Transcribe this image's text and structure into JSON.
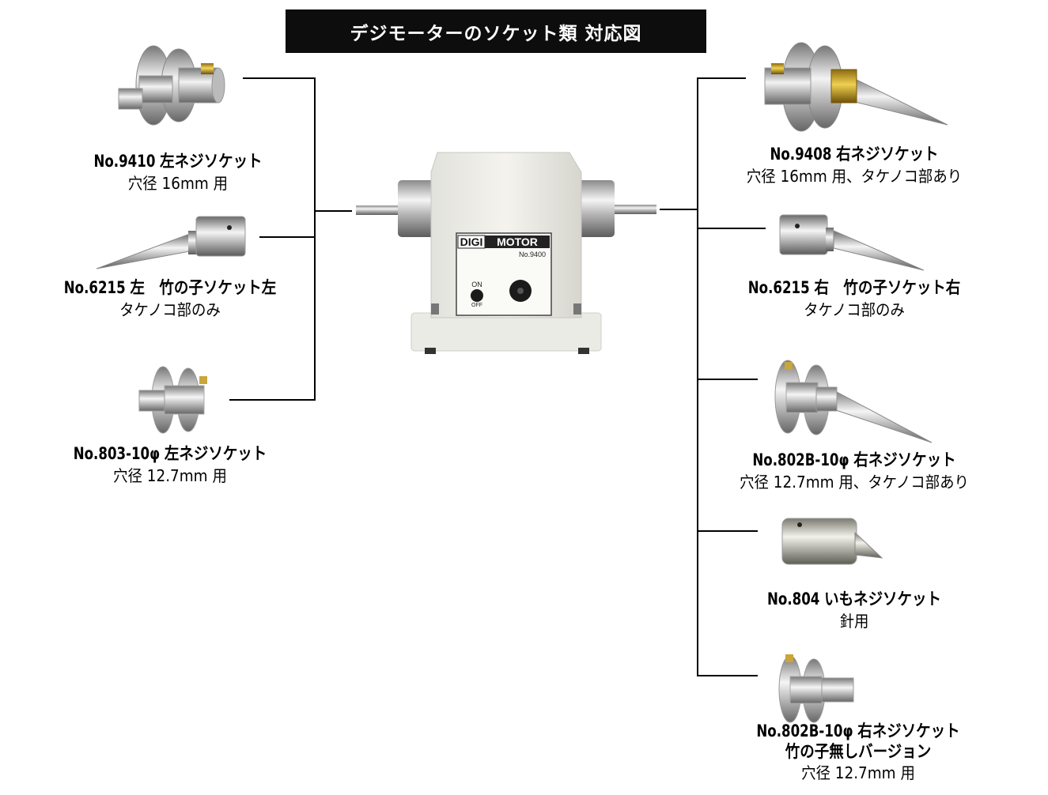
{
  "title": "デジモーターのソケット類 対応図",
  "motor": {
    "brand_left": "DIGI",
    "brand_right": "MOTOR",
    "model": "No.9400",
    "switch_on": "ON",
    "switch_off": "OFF"
  },
  "left_items": [
    {
      "name": "No.9410 左ネジソケット",
      "sub": "穴径 16mm 用",
      "icon": "pulley-socket-bolt"
    },
    {
      "name": "No.6215 左　竹の子ソケット左",
      "sub": "タケノコ部のみ",
      "icon": "tapered-spindle-left"
    },
    {
      "name": "No.803-10φ 左ネジソケット",
      "sub": "穴径 12.7mm 用",
      "icon": "small-pulley-socket"
    }
  ],
  "right_items": [
    {
      "name": "No.9408 右ネジソケット",
      "sub": "穴径 16mm 用、タケノコ部あり",
      "icon": "pulley-socket-spindle"
    },
    {
      "name": "No.6215 右　竹の子ソケット右",
      "sub": "タケノコ部のみ",
      "icon": "tapered-spindle-right"
    },
    {
      "name": "No.802B-10φ 右ネジソケット",
      "sub": "穴径 12.7mm 用、タケノコ部あり",
      "icon": "small-pulley-spindle"
    },
    {
      "name": "No.804 いもネジソケット",
      "sub": "針用",
      "icon": "short-screw-socket"
    },
    {
      "name": "No.802B-10φ 右ネジソケット",
      "name2": "竹の子無しバージョン",
      "sub": "穴径 12.7mm 用",
      "icon": "small-pulley-threaded"
    }
  ]
}
